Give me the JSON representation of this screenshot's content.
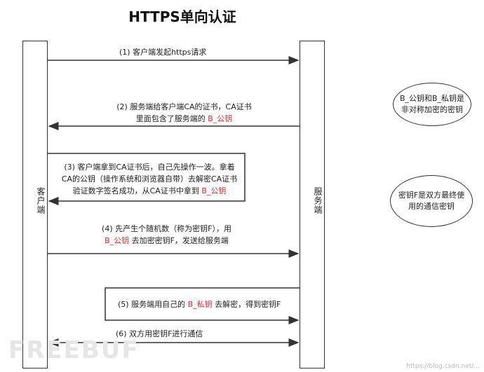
{
  "title": "HTTPS单向认证",
  "client_label": "客户端",
  "server_label": "服务端",
  "messages": {
    "m1": "(1) 客户端发起https请求",
    "m2_l1": "(2) 服务端给客户端CA的证书，CA证书",
    "m2_l2a": "里面包含了服务端的 ",
    "m2_l2b": "B_公钥",
    "m3_l1": "(3) 客户端拿到CA证书后，自己先操作一波。拿着",
    "m3_l2": "CA的公钥（操作系统和浏览器自带）去解密CA证书",
    "m3_l3a": "验证数字签名成功，从CA证书中拿到 ",
    "m3_l3b": "B_公钥",
    "m4_l1": "(4) 先产生个随机数（称为密钥F），用",
    "m4_l2a": "B_公钥",
    "m4_l2b": " 去加密密钥F，发送给服务端",
    "m5a": "(5) 服务端用自己的 ",
    "m5b": "B_私钥",
    "m5c": " 去解密，得到密钥F",
    "m6": "(6) 双方用密钥F进行通信"
  },
  "notes": {
    "n1_l1": "B_公钥和B_私钥是",
    "n1_l2": "非对称加密的密钥",
    "n2_l1": "密钥F是双方最终使",
    "n2_l2": "用的通信密钥"
  },
  "watermark": "FREEBUF",
  "credit": "https://blog.csdn.net/...",
  "colors": {
    "highlight": "#e8262c",
    "line": "#333333"
  }
}
